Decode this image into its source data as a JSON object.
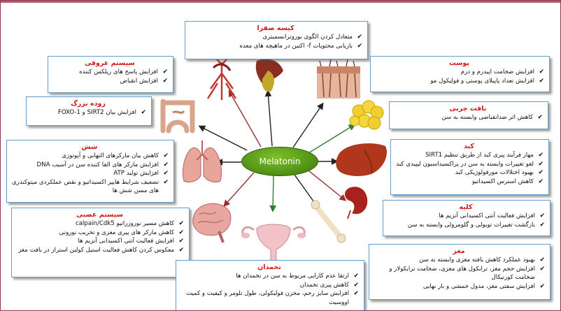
{
  "center_label": "Melatonin",
  "boxes": {
    "gallbladder": {
      "title": "کیسه صفرا",
      "items": [
        "متعادل کردن الگوی نوروترانسمیتری",
        "بازیابی محتویات f- اکتین در ماهیچه های معده"
      ]
    },
    "vascular": {
      "title": "سیستم عروقی",
      "items": [
        "افزایش پاسخ های ریلکس کننده",
        "افزایش انقباض"
      ]
    },
    "colon": {
      "title": "روده بزرگ",
      "items": [
        "افزایش بیان SIRT2 و FOXO-1"
      ]
    },
    "lung": {
      "title": "شش",
      "items": [
        "کاهش بیان مارکرهای التهابی و آپوتوزی",
        "افزایش مارکر های القا کننده سن در آسیب DNA",
        "افزایش تولید ATP",
        "تضعیف شرایط هایپر اکسیداتیو و نقص عملکردی میتوکندری های مسن شش ها"
      ]
    },
    "nervous": {
      "title": "سیستم عصبی",
      "items": [
        "کاهش مسیر نوروزراتیو calpain/Cdk5",
        "کاهش مارکر های پیری مغزی و تخریب نورونی",
        "افزایش فعالیت آنتی اکسیدانی آنزیم ها",
        "معکوس کردن کاهش فعالیت استیل کولین استراز در بافت مغز"
      ]
    },
    "ovary": {
      "title": "تخمدان",
      "items": [
        "ارتقا عدم کارایی مربوط به سن در تخمدان ها",
        "کاهش پیری تخمدان",
        "افزایش سایز رحم، مخزن فولیکولی، طول تلومر و کیفیت و کمیت اووسیت"
      ]
    },
    "skin": {
      "title": "پوست",
      "items": [
        "افزایش ضخامت اپیدرم و درم",
        "افزایش تعداد پاپیلای پوستی و فولیکول مو"
      ]
    },
    "fat": {
      "title": "بافت چربی",
      "items": [
        "کاهش اثر ضدانقباضی وابسته به سن"
      ]
    },
    "liver": {
      "title": "کبد",
      "items": [
        "مهار فرآیند پیری کبد از طریق تنظیم SIRT1",
        "لغو تغییرات وابسته به سن در پراکسیداسیون لیپیدی کبد",
        "بهبود اختلالات مورفولوژیکی کبد",
        "کاهش استرس اکسیداتیو"
      ]
    },
    "kidney": {
      "title": "کلیه",
      "items": [
        "افزایش فعالیت آنتی اکسیدانی آنزیم ها",
        "بازگشت تغییرات توبولی و گلومرولی وابسته به سن"
      ]
    },
    "brain": {
      "title": "مغز",
      "items": [
        "بهبود عملکرد کاهش یافته مغزی وابسته به سن",
        "افزایش حجم مغز، ترابکول های مغزی، ضخامت ترابکولار و ضخامت کورتیکال",
        "افزایش سفتی مغز، مدول خمشی و بار نهایی"
      ]
    }
  },
  "organ_icons": [
    "vessels-icon",
    "gallbladder-icon",
    "skin-icon",
    "fat-icon",
    "liver-icon",
    "kidney-icon",
    "bone-icon",
    "uterus-icon",
    "brain-icon",
    "lungs-icon",
    "intestine-icon"
  ],
  "colors": {
    "title": "#d01818",
    "box_border": "#6a9bc9",
    "center": "#5a9a1c",
    "frame": "#8a3a4e"
  }
}
